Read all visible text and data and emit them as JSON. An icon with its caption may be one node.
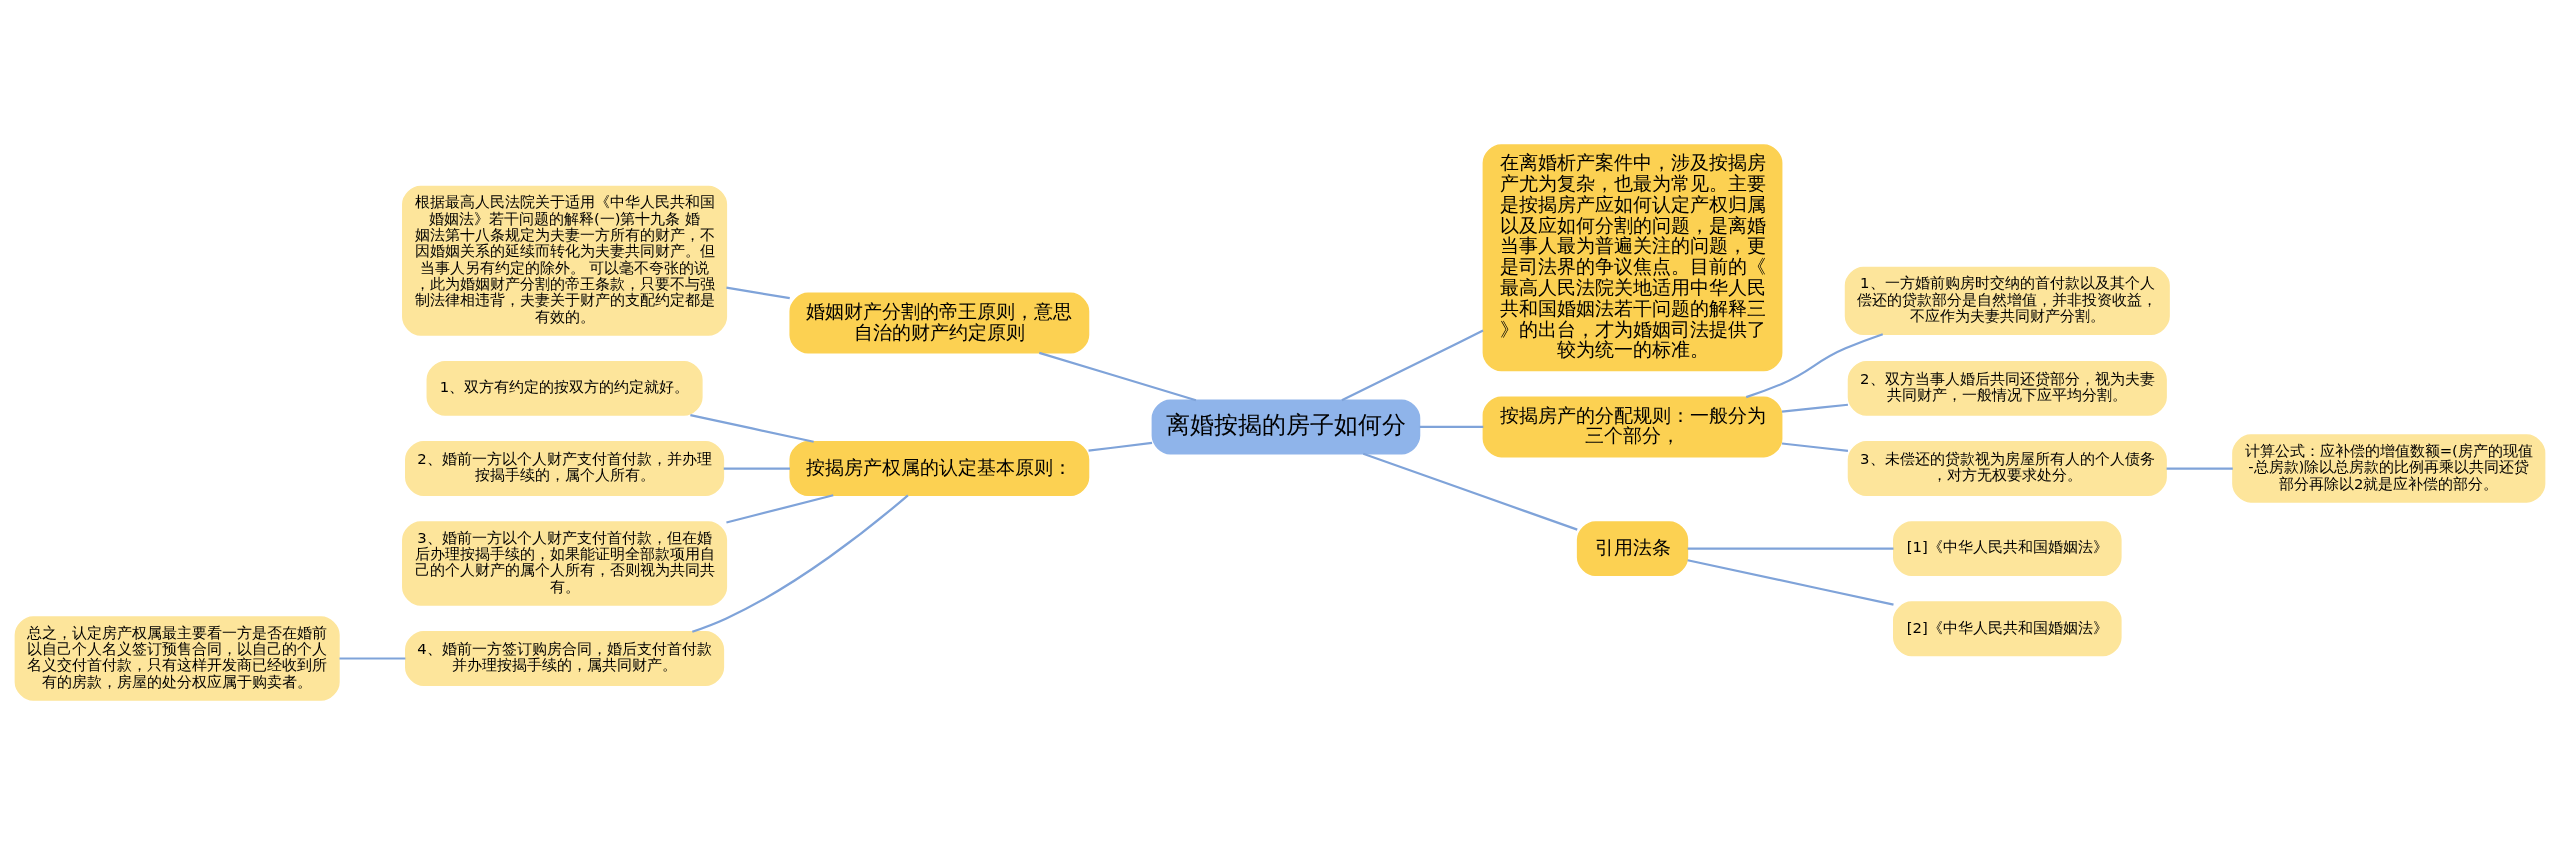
{
  "diagram": {
    "nodes": [
      {
        "text": [
          "离婚按揭的房子如何分"
        ]
      },
      {
        "text": [
          "婚姻财产分割的帝王原则，意思自治的财产约定原则"
        ]
      },
      {
        "text": [
          "根据最高人民法院关于适用《中华人民共和国婚姻法》若干问题的解释(一)第十九条 婚姻法第十八条规定为夫妻一方所有的财产，不因婚姻关系的延续而转化为夫妻共同财产。但当事人另有约定的除外。 可以毫不夸张的说，此为婚姻财产分割的帝王条款，只要不与强制法律相违背，夫妻关于财产的支配约定都是有效的。"
        ]
      },
      {
        "text": [
          "按揭房产权属的认定基本原则："
        ]
      },
      {
        "text": [
          "1、双方有约定的按双方的约定就好。"
        ]
      },
      {
        "text": [
          "2、婚前一方以个人财产支付首付款，并办理按揭手续的，属个人所有。"
        ]
      },
      {
        "text": [
          "3、婚前一方以个人财产支付首付款，但在婚后办理按揭手续的，如果能证明全部款项用自己的个人财产的属个人所有，否则视为共同共有。"
        ]
      },
      {
        "text": [
          "4、婚前一方签订购房合同，婚后支付首付款并办理按揭手续的，属共同财产。"
        ]
      },
      {
        "text": [
          "总之，认定房产权属最主要看一方是否在婚前以自己个人名义签订预售合同，以自己的个人名义交付首付款，只有这样开发商已经收到所有的房款，房屋的处分权应属于购卖者。"
        ]
      },
      {
        "text": [
          "在离婚析产案件中，涉及按揭房产尤为复杂，也最为常见。主要是按揭房产应如何认定产权归属以及应如何分割的问题，是离婚当事人最为普遍关注的问题，更是司法界的争议焦点。目前的《最高人民法院关地适用中华人民共和国婚姻法若干问题的解释三》的出台，才为婚姻司法提供了较为统一的标准。"
        ]
      },
      {
        "text": [
          "按揭房产的分配规则：一般分为三个部分，"
        ]
      },
      {
        "text": [
          "1、一方婚前购房时交纳的首付款以及其个人偿还的贷款部分是自然增值，并非投资收益，不应作为夫妻共同财产分割。"
        ]
      },
      {
        "text": [
          "2、双方当事人婚后共同还贷部分，视为夫妻共同财产，一般情况下应平均分割。"
        ]
      },
      {
        "text": [
          "3、未偿还的贷款视为房屋所有人的个人债务，对方无权要求处分。"
        ]
      },
      {
        "text": [
          "计算公式：应补偿的增值数额=(房产的现值-总房款)除以总房款的比例再乘以共同还贷部分再除以2就是应补偿的部分。"
        ]
      },
      {
        "text": [
          "引用法条"
        ]
      },
      {
        "text": [
          "[1]《中华人民共和国婚姻法》"
        ]
      },
      {
        "text": [
          "[2]《中华人民共和国婚姻法》"
        ]
      }
    ],
    "edges": [
      {
        "from": 0,
        "to": 1,
        "arrow": "none"
      },
      {
        "from": 1,
        "to": 2,
        "arrow": "none"
      },
      {
        "from": 0,
        "to": 3,
        "arrow": "none"
      },
      {
        "from": 3,
        "to": 4,
        "arrow": "none"
      },
      {
        "from": 3,
        "to": 5,
        "arrow": "none"
      },
      {
        "from": 3,
        "to": 6,
        "arrow": "none"
      },
      {
        "from": 3,
        "to": 7,
        "arrow": "none"
      },
      {
        "from": 7,
        "to": 8,
        "arrow": "none"
      },
      {
        "from": 0,
        "to": 9,
        "arrow": "none"
      },
      {
        "from": 0,
        "to": 10,
        "arrow": "none"
      },
      {
        "from": 10,
        "to": 11,
        "arrow": "none"
      },
      {
        "from": 10,
        "to": 12,
        "arrow": "none"
      },
      {
        "from": 10,
        "to": 13,
        "arrow": "none"
      },
      {
        "from": 13,
        "to": 14,
        "arrow": "none"
      },
      {
        "from": 0,
        "to": 15,
        "arrow": "none"
      },
      {
        "from": 15,
        "to": 16,
        "arrow": "none"
      },
      {
        "from": 15,
        "to": 17,
        "arrow": "none"
      }
    ]
  }
}
